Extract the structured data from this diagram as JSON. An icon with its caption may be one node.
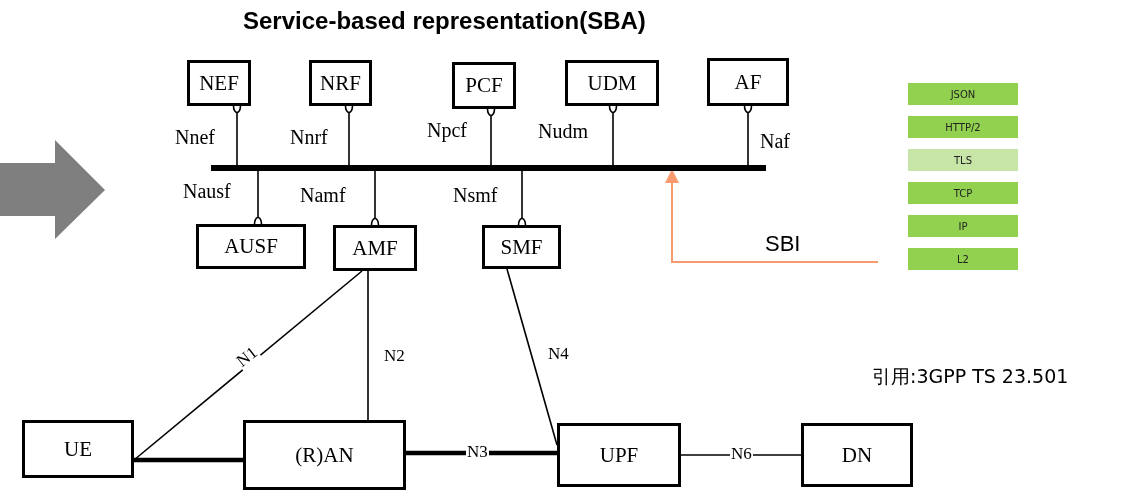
{
  "diagram": {
    "title": "Service-based representation(SBA)",
    "nodes": [
      {
        "text": [
          "NEF"
        ]
      },
      {
        "text": [
          "NRF"
        ]
      },
      {
        "text": [
          "PCF"
        ]
      },
      {
        "text": [
          "UDM"
        ]
      },
      {
        "text": [
          "AF"
        ]
      },
      {
        "text": [
          "AUSF"
        ]
      },
      {
        "text": [
          "AMF"
        ]
      },
      {
        "text": [
          "SMF"
        ]
      },
      {
        "text": [
          "UE"
        ]
      },
      {
        "text": [
          "(R)AN"
        ]
      },
      {
        "text": [
          "UPF"
        ]
      },
      {
        "text": [
          "DN"
        ]
      },
      {
        "text": [],
        "shape": "bar"
      },
      {
        "text": [
          "JSON"
        ]
      },
      {
        "text": [
          "HTTP/2"
        ]
      },
      {
        "text": [
          "TLS"
        ]
      },
      {
        "text": [
          "TCP"
        ]
      },
      {
        "text": [
          "IP"
        ]
      },
      {
        "text": [
          "L2"
        ]
      }
    ],
    "edges": [
      {
        "from": 0,
        "to": 12,
        "arrow": "other",
        "label": "Nnef"
      },
      {
        "from": 1,
        "to": 12,
        "arrow": "other",
        "label": "Nnrf"
      },
      {
        "from": 2,
        "to": 12,
        "arrow": "other",
        "label": "Npcf"
      },
      {
        "from": 3,
        "to": 12,
        "arrow": "other",
        "label": "Nudm"
      },
      {
        "from": 4,
        "to": 12,
        "arrow": "other",
        "label": "Naf"
      },
      {
        "from": 5,
        "to": 12,
        "arrow": "other",
        "label": "Nausf"
      },
      {
        "from": 6,
        "to": 12,
        "arrow": "other",
        "label": "Namf"
      },
      {
        "from": 7,
        "to": 12,
        "arrow": "other",
        "label": "Nsmf"
      },
      {
        "from": 6,
        "to": 8,
        "arrow": "none",
        "label": "N1"
      },
      {
        "from": 6,
        "to": 9,
        "arrow": "none",
        "label": "N2"
      },
      {
        "from": 7,
        "to": 10,
        "arrow": "none",
        "label": "N4"
      },
      {
        "from": 8,
        "to": 9,
        "arrow": "none",
        "style": "thick"
      },
      {
        "from": 9,
        "to": 10,
        "arrow": "none",
        "label": "N3",
        "style": "thick"
      },
      {
        "from": 10,
        "to": 11,
        "arrow": "none",
        "label": "N6"
      },
      {
        "from": null,
        "to": 12,
        "arrow": "to",
        "label": "SBI",
        "color": "#f79a6e"
      }
    ],
    "labels": [
      "引用:3GPP TS 23.501"
    ]
  }
}
